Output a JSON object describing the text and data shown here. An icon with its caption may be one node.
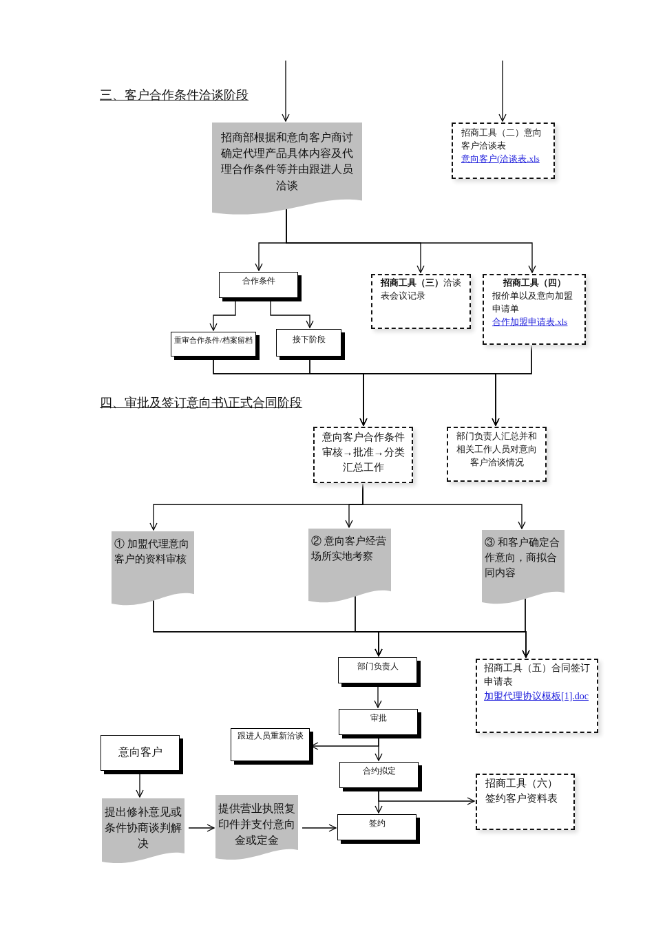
{
  "diagram": {
    "nodes": [
      {
        "text": [
          "招商部根据和意向客户商讨确定代理产品具体内容及代理合作条件等并由跟进人员洽谈"
        ]
      },
      {
        "text": [
          "招商工具（二）意向客户洽谈表",
          "意向客户(洽谈表.xls"
        ]
      },
      {
        "text": [
          "合作条件"
        ]
      },
      {
        "text": [
          "**招商工具（三）**洽谈表会议记录"
        ]
      },
      {
        "text": [
          "招商工具（四）",
          "报价单以及意向加盟申请单",
          "合作加盟申请表.xls"
        ]
      },
      {
        "text": [
          "重审合作条件/档案留档"
        ]
      },
      {
        "text": [
          "接下阶段"
        ]
      },
      {
        "text": [
          "意向客户合作条件审核→批准→分类汇总工作"
        ]
      },
      {
        "text": [
          "部门负责人汇总并和相关工作人员对意向客户洽谈情况"
        ]
      },
      {
        "text": [
          "① 加盟代理意向客户的资料审核"
        ]
      },
      {
        "text": [
          "② 意向客户经营场所实地考察"
        ]
      },
      {
        "text": [
          "③ 和客户确定合作意向，商拟合同内容"
        ]
      },
      {
        "text": [
          "部门负责人"
        ]
      },
      {
        "text": [
          "招商工具（五）合同签订申请表",
          "加盟代理协议模板[1].doc"
        ]
      },
      {
        "text": [
          "审批"
        ]
      },
      {
        "text": [
          "跟进人员重新洽谈"
        ]
      },
      {
        "text": [
          "合约拟定"
        ]
      },
      {
        "text": [
          "意向客户"
        ]
      },
      {
        "text": [
          "招商工具（六）签约客户资料表"
        ]
      },
      {
        "text": [
          "提出修补意见或条件协商谈判解决"
        ]
      },
      {
        "text": [
          "提供营业执照复印件并支付意向金或定金"
        ]
      },
      {
        "text": [
          "签约"
        ]
      }
    ],
    "edges": [
      {
        "from": null,
        "to": 0,
        "arrow": "to"
      },
      {
        "from": null,
        "to": 1,
        "arrow": "to"
      },
      {
        "from": 0,
        "to": 2,
        "arrow": "to"
      },
      {
        "from": 0,
        "to": 3,
        "arrow": "to"
      },
      {
        "from": 0,
        "to": 4,
        "arrow": "to"
      },
      {
        "from": 2,
        "to": 5,
        "arrow": "to"
      },
      {
        "from": 2,
        "to": 6,
        "arrow": "to"
      },
      {
        "from": 5,
        "to": 7,
        "arrow": "to"
      },
      {
        "from": 5,
        "to": 8,
        "arrow": "to"
      },
      {
        "from": 6,
        "to": 7,
        "arrow": "to"
      },
      {
        "from": 6,
        "to": 8,
        "arrow": "to"
      },
      {
        "from": 4,
        "to": 7,
        "arrow": "to"
      },
      {
        "from": 4,
        "to": 8,
        "arrow": "to"
      },
      {
        "from": 7,
        "to": 9,
        "arrow": "to"
      },
      {
        "from": 7,
        "to": 10,
        "arrow": "to"
      },
      {
        "from": 7,
        "to": 11,
        "arrow": "to"
      },
      {
        "from": 9,
        "to": 12,
        "arrow": "to"
      },
      {
        "from": 9,
        "to": 13,
        "arrow": "to"
      },
      {
        "from": 10,
        "to": 12,
        "arrow": "to"
      },
      {
        "from": 10,
        "to": 13,
        "arrow": "to"
      },
      {
        "from": 11,
        "to": 12,
        "arrow": "to"
      },
      {
        "from": 11,
        "to": 13,
        "arrow": "to"
      },
      {
        "from": 12,
        "to": 14,
        "arrow": "to"
      },
      {
        "from": 14,
        "to": 16,
        "arrow": "to"
      },
      {
        "from": 14,
        "to": 15,
        "arrow": "to"
      },
      {
        "from": 16,
        "to": 21,
        "arrow": "to"
      },
      {
        "from": 16,
        "to": 18,
        "arrow": "to"
      },
      {
        "from": 17,
        "to": 19,
        "arrow": "to"
      },
      {
        "from": 19,
        "to": 20,
        "arrow": "to"
      },
      {
        "from": 20,
        "to": 21,
        "arrow": "to"
      }
    ],
    "labels": [
      "三、客户合作条件洽谈阶段",
      "四、审批及签订意向书\\正式合同阶段"
    ]
  }
}
